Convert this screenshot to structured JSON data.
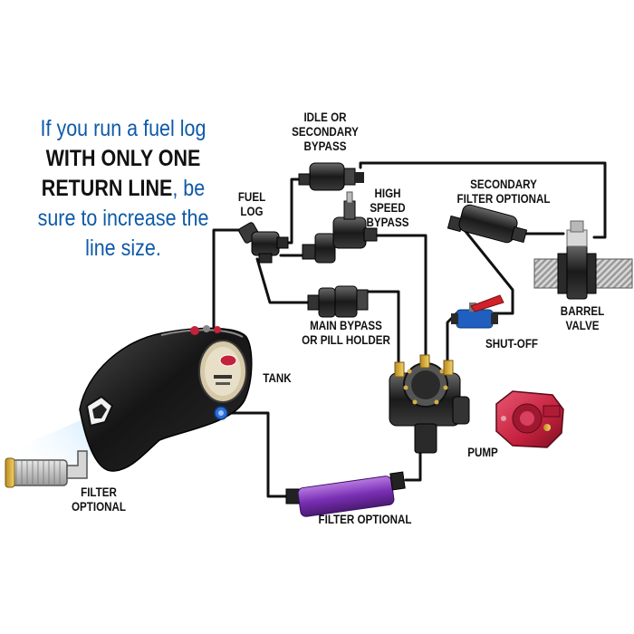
{
  "note": {
    "part1": "If you run a fuel log ",
    "highlight1": "WITH ONLY ONE RETURN LINE",
    "part2": ", be sure to increase the line size."
  },
  "labels": {
    "idle_bypass": [
      "IDLE OR",
      "SECONDARY",
      "BYPASS"
    ],
    "fuel_log": [
      "FUEL",
      "LOG"
    ],
    "high_speed_bypass": [
      "HIGH",
      "SPEED",
      "BYPASS"
    ],
    "secondary_filter": [
      "SECONDARY",
      "FILTER OPTIONAL"
    ],
    "main_bypass": [
      "MAIN BYPASS",
      "OR PILL HOLDER"
    ],
    "shut_off": [
      "SHUT-OFF"
    ],
    "barrel_valve": [
      "BARREL",
      "VALVE"
    ],
    "tank": [
      "TANK"
    ],
    "pump": [
      "PUMP"
    ],
    "filter_left": [
      "FILTER",
      "OPTIONAL"
    ],
    "filter_bottom": [
      "FILTER OPTIONAL"
    ]
  },
  "colors": {
    "note_blue": "#0e5aa8",
    "line": "#111111",
    "filter_purple": "#7a2fb4",
    "pump_red": "#c4213d",
    "valve_blue": "#1f5fbf",
    "valve_handle_red": "#d0202a",
    "fitting_blue": "#2a6fd6"
  }
}
